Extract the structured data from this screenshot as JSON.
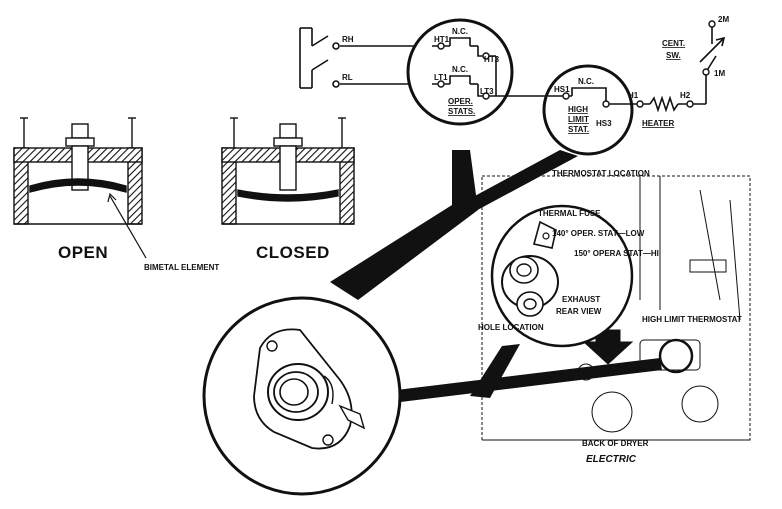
{
  "schematic": {
    "rh": "RH",
    "rl": "RL",
    "ht1": "HT1",
    "ht3": "HT3",
    "lt1": "LT1",
    "lt3": "LT3",
    "nc_top": "N.C.",
    "nc_mid": "N.C.",
    "nc_high": "N.C.",
    "oper": "OPER.",
    "stats": "STATS.",
    "hs1": "HS1",
    "hs3": "HS3",
    "high": "HIGH",
    "limit": "LIMIT",
    "stat": "STAT.",
    "h1": "H1",
    "h2": "H2",
    "heater": "HEATER",
    "cent": "CENT.",
    "sw": "SW.",
    "two_m": "2M",
    "one_m": "1M"
  },
  "cross_sections": {
    "open_label": "OPEN",
    "closed_label": "CLOSED",
    "bimetal_label": "BIMETAL ELEMENT"
  },
  "dryer": {
    "thermostat_location": "THERMOSTAT LOCATION",
    "thermal_fuse": "THERMAL FUSE",
    "oper_low": "140° OPER. STAT—LOW",
    "oper_hi": "150° OPERA STAT—HI",
    "exhaust_1": "EXHAUST",
    "exhaust_2": "REAR VIEW",
    "hole_location": "HOLE LOCATION",
    "high_limit": "HIGH LIMIT THERMOSTAT",
    "back_of_dryer": "BACK OF DRYER",
    "electric": "ELECTRIC"
  }
}
